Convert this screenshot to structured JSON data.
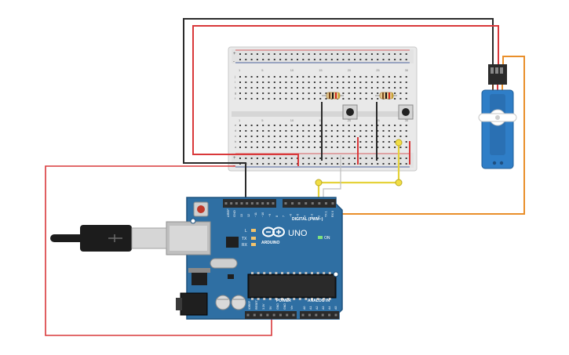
{
  "board": {
    "logo_text": "ARDUINO",
    "model": "UNO",
    "on_label": "ON",
    "l_label": "L",
    "tx_label": "TX",
    "rx_label": "RX",
    "digital_label": "DIGITAL (PWM~)",
    "power_label": "POWER",
    "analog_label": "ANALOG IN",
    "aref_label": "AREF",
    "gnd_label": "GND",
    "digital_pins": [
      "13",
      "12",
      "~11",
      "~10",
      "~9",
      "8",
      "7",
      "~6",
      "~5",
      "4",
      "~3",
      "2",
      "TX 1",
      "RX 0"
    ],
    "power_pins": [
      "IOREF",
      "RESET",
      "3.3V",
      "5V",
      "GND",
      "GND",
      "Vin"
    ],
    "analog_pins": [
      "A0",
      "A1",
      "A2",
      "A3",
      "A4",
      "A5"
    ]
  },
  "breadboard": {
    "column_numbers": [
      "1",
      "5",
      "10",
      "15",
      "20",
      "25",
      "30"
    ],
    "row_letters_top": [
      "j",
      "i",
      "h",
      "g",
      "f"
    ],
    "row_letters_bottom": [
      "e",
      "d",
      "c",
      "b",
      "a"
    ],
    "rail_plus": "+",
    "rail_minus": "-"
  },
  "colors": {
    "board_blue": "#2f6fa3",
    "wire_red": "#d9383a",
    "wire_black": "#2b2b2b",
    "wire_yellow": "#e5d23a",
    "wire_orange": "#e98f2a",
    "servo_blue": "#2f7ec7"
  }
}
